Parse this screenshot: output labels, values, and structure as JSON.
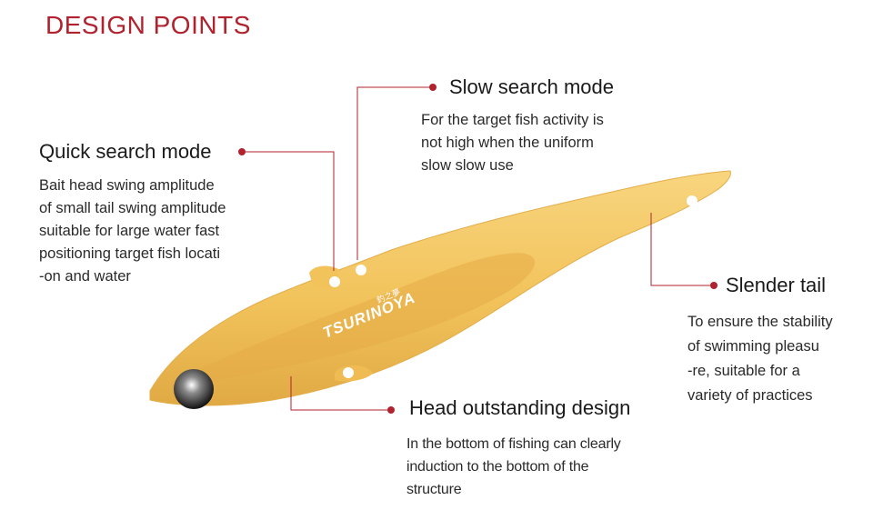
{
  "title": "DESIGN POINTS",
  "brand_logo_text": "TSURINOYA",
  "brand_logo_cjk": "釣之夢",
  "colors": {
    "title": "#b0222e",
    "accent_line": "#b0222e",
    "lure_body": "#f3c560",
    "lure_shadow": "#d9a240",
    "logo": "#ffffff"
  },
  "points": [
    {
      "id": "slow-search",
      "heading": "Slow search mode",
      "description": "For the target fish activity is\nnot high when the uniform\nslow slow use"
    },
    {
      "id": "quick-search",
      "heading": "Quick search mode",
      "description": "Bait head swing amplitude\nof small tail swing amplitude\nsuitable for large water fast\npositioning target fish locati\n-on and water"
    },
    {
      "id": "slender-tail",
      "heading": "Slender tail",
      "description": "To ensure the stability\nof swimming pleasu\n-re, suitable for a\nvariety of practices"
    },
    {
      "id": "head-design",
      "heading": "Head outstanding design",
      "description": "In the bottom of fishing can clearly\ninduction to the bottom of the\nstructure"
    }
  ]
}
